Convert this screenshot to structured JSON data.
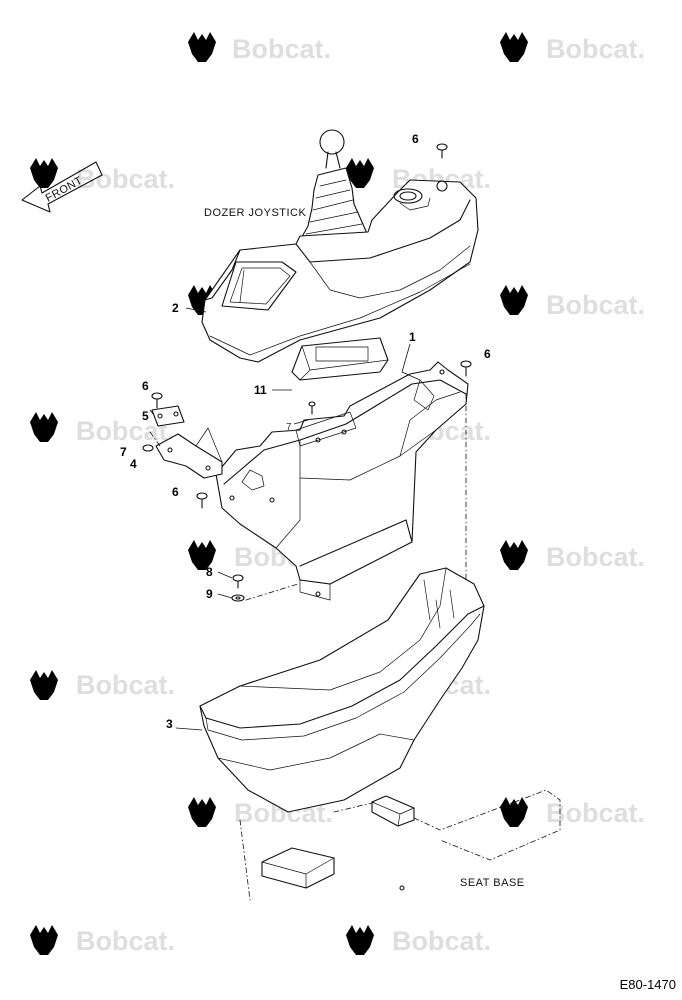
{
  "diagram": {
    "watermark_text": "Bobcat.",
    "labels": {
      "dozer_joystick": "DOZER JOYSTICK",
      "seat_base": "SEAT BASE",
      "front": "FRONT"
    },
    "callouts": {
      "c1": "1",
      "c2": "2",
      "c3": "3",
      "c4": "4",
      "c5": "5",
      "c6a": "6",
      "c6b": "6",
      "c6c": "6",
      "c6d": "6",
      "c7a": "7",
      "c7b": "7",
      "c8": "8",
      "c9": "9",
      "c11": "11"
    },
    "drawing_number": "E80-1470"
  },
  "colors": {
    "line": "#111111",
    "watermark": "#dedede",
    "background": "#ffffff"
  },
  "icons": [
    "bobcat-logo-watermark",
    "front-direction-arrow"
  ]
}
